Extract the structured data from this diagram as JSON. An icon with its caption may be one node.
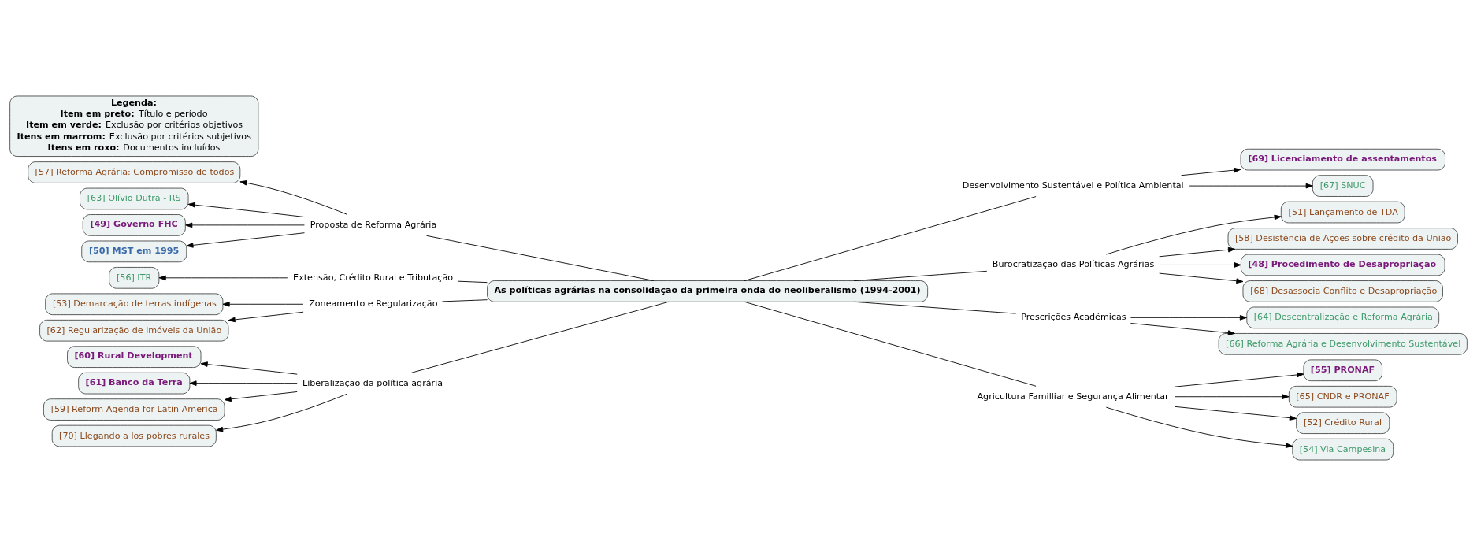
{
  "diagram": {
    "nodes": [
      {
        "text": [
          "As políticas agrárias na consolidação da primeira onda do neoliberalismo (1994-2001)"
        ]
      },
      {
        "text": [
          "Proposta de Reforma Agrária"
        ]
      },
      {
        "text": [
          "Desenvolvimento Sustentável e Política Ambiental"
        ]
      },
      {
        "text": [
          "Burocratização das Políticas Agrárias"
        ]
      },
      {
        "text": [
          "Extensão, Crédito Rural e Tributação"
        ]
      },
      {
        "text": [
          "Zoneamento e Regularização"
        ]
      },
      {
        "text": [
          "Prescrições Acadêmicas"
        ]
      },
      {
        "text": [
          "Agricultura Familliar e Segurança Alimentar"
        ]
      },
      {
        "text": [
          "Liberalização da política agrária"
        ]
      },
      {
        "text": [
          "[57] Reforma Agrária: Compromisso de todos"
        ]
      },
      {
        "text": [
          "[63] Olívio Dutra - RS"
        ]
      },
      {
        "text": [
          "[49] Governo FHC"
        ]
      },
      {
        "text": [
          "[50] MST em 1995"
        ]
      },
      {
        "text": [
          "[69] Licenciamento de assentamentos"
        ]
      },
      {
        "text": [
          "[67] SNUC"
        ]
      },
      {
        "text": [
          "[51] Lançamento de TDA"
        ]
      },
      {
        "text": [
          "[58] Desistência de Ações sobre crédito da União"
        ]
      },
      {
        "text": [
          "[48] Procedimento de Desapropriação"
        ]
      },
      {
        "text": [
          "[68] Desassocia Conflito e Desapropriação"
        ]
      },
      {
        "text": [
          "[56] ITR"
        ]
      },
      {
        "text": [
          "[64] Descentralização e Reforma Agrária"
        ]
      },
      {
        "text": [
          "[53] Demarcação de terras indígenas"
        ]
      },
      {
        "text": [
          "[66] Reforma Agrária e Desenvolvimento Sustentável"
        ]
      },
      {
        "text": [
          "[62] Regularização de imóveis da União"
        ]
      },
      {
        "text": [
          "[60] Rural Development"
        ]
      },
      {
        "text": [
          "[61] Banco da Terra"
        ]
      },
      {
        "text": [
          "[55] PRONAF"
        ]
      },
      {
        "text": [
          "[65] CNDR e PRONAF"
        ]
      },
      {
        "text": [
          "[59] Reform Agenda for Latin America"
        ]
      },
      {
        "text": [
          "[70] Llegando a los pobres rurales"
        ]
      },
      {
        "text": [
          "[52] Crédito Rural"
        ]
      },
      {
        "text": [
          "[54] Via Campesina"
        ]
      },
      {
        "text": [
          "**Legenda:**",
          "**Item em preto:** Título e período",
          "**Item em verde:** Exclusão por critérios objetivos",
          "**Itens em marrom:** Exclusão por critérios subjetivos",
          "**Itens em roxo:** Documentos incluídos"
        ]
      }
    ],
    "edges": [
      {
        "from": 0,
        "to": 1,
        "arrow": "none"
      },
      {
        "from": 0,
        "to": 2,
        "arrow": "none"
      },
      {
        "from": 0,
        "to": 3,
        "arrow": "none"
      },
      {
        "from": 0,
        "to": 4,
        "arrow": "none"
      },
      {
        "from": 0,
        "to": 5,
        "arrow": "none"
      },
      {
        "from": 0,
        "to": 6,
        "arrow": "none"
      },
      {
        "from": 0,
        "to": 7,
        "arrow": "none"
      },
      {
        "from": 0,
        "to": 8,
        "arrow": "none"
      },
      {
        "from": 1,
        "to": 9,
        "arrow": "to"
      },
      {
        "from": 1,
        "to": 10,
        "arrow": "to"
      },
      {
        "from": 1,
        "to": 11,
        "arrow": "to"
      },
      {
        "from": 1,
        "to": 12,
        "arrow": "to"
      },
      {
        "from": 2,
        "to": 13,
        "arrow": "to"
      },
      {
        "from": 2,
        "to": 14,
        "arrow": "to"
      },
      {
        "from": 3,
        "to": 15,
        "arrow": "to"
      },
      {
        "from": 3,
        "to": 16,
        "arrow": "to"
      },
      {
        "from": 3,
        "to": 17,
        "arrow": "to"
      },
      {
        "from": 3,
        "to": 18,
        "arrow": "to"
      },
      {
        "from": 4,
        "to": 19,
        "arrow": "to"
      },
      {
        "from": 5,
        "to": 21,
        "arrow": "to"
      },
      {
        "from": 5,
        "to": 23,
        "arrow": "to"
      },
      {
        "from": 6,
        "to": 20,
        "arrow": "to"
      },
      {
        "from": 6,
        "to": 22,
        "arrow": "to"
      },
      {
        "from": 7,
        "to": 26,
        "arrow": "to"
      },
      {
        "from": 7,
        "to": 27,
        "arrow": "to"
      },
      {
        "from": 7,
        "to": 30,
        "arrow": "to"
      },
      {
        "from": 7,
        "to": 31,
        "arrow": "to"
      },
      {
        "from": 8,
        "to": 24,
        "arrow": "to"
      },
      {
        "from": 8,
        "to": 25,
        "arrow": "to"
      },
      {
        "from": 8,
        "to": 28,
        "arrow": "to"
      },
      {
        "from": 8,
        "to": 29,
        "arrow": "to"
      }
    ]
  }
}
